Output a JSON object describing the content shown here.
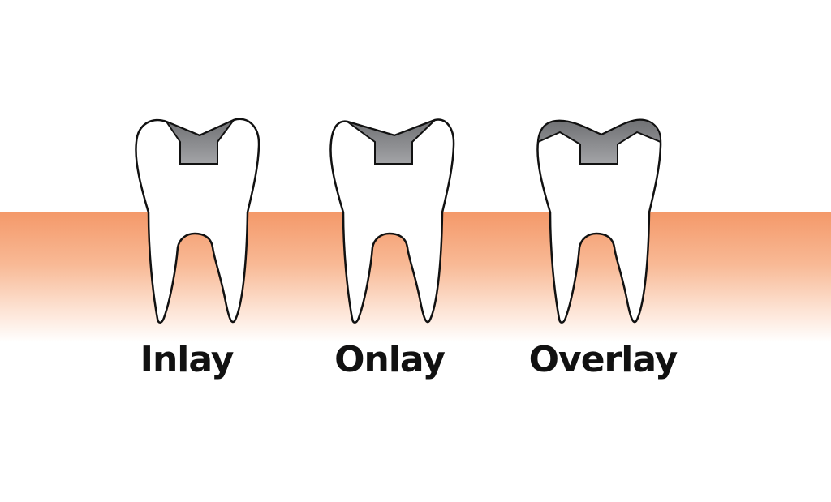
{
  "labels": {
    "inlay": "Inlay",
    "onlay": "Onlay",
    "overlay": "Overlay"
  },
  "colors": {
    "gum": "#f4996a",
    "filling": "#8a8b8e",
    "tooth": "#ffffff",
    "outline": "#111111"
  }
}
